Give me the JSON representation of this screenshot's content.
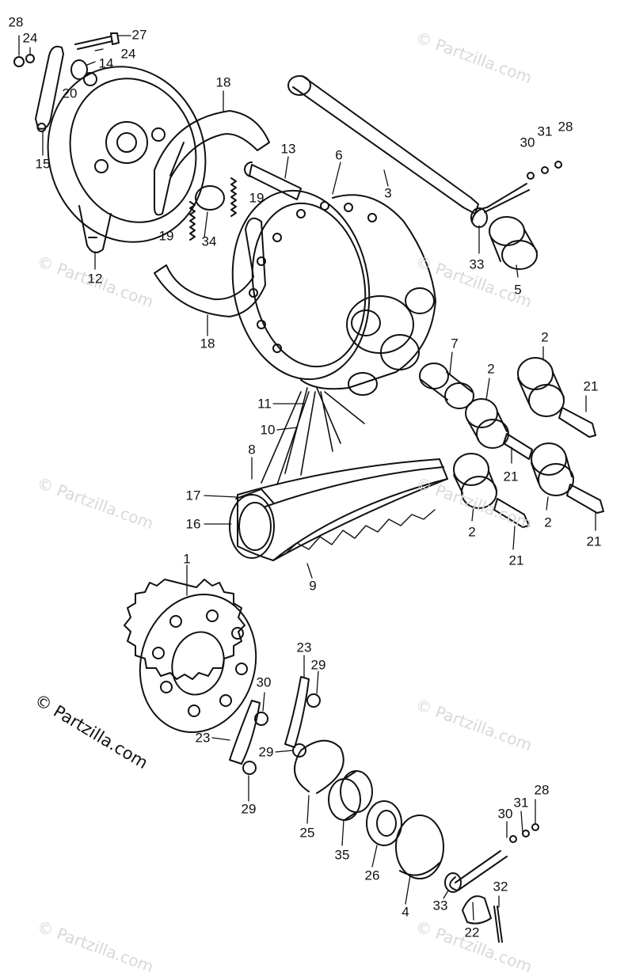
{
  "copyright": "© Partzilla.com",
  "watermark": "© Partzilla.com",
  "callouts": {
    "c28a": "28",
    "c24a": "24",
    "c27": "27",
    "c24b": "24",
    "c14": "14",
    "c20": "20",
    "c15": "15",
    "c12": "12",
    "c18a": "18",
    "c19a": "19",
    "c19b": "19",
    "c34": "34",
    "c18b": "18",
    "c13": "13",
    "c6": "6",
    "c3": "3",
    "c30a": "30",
    "c31a": "31",
    "c28b": "28",
    "c33a": "33",
    "c5": "5",
    "c7": "7",
    "c2a": "2",
    "c2b": "2",
    "c21a": "21",
    "c2c": "2",
    "c21b": "21",
    "c2d": "2",
    "c21c": "21",
    "c21d": "21",
    "c11": "11",
    "c10": "10",
    "c8": "8",
    "c17": "17",
    "c16": "16",
    "c9": "9",
    "c1": "1",
    "c23a": "23",
    "c29a": "29",
    "c30b": "30",
    "c23b": "23",
    "c29b": "29",
    "c29c": "29",
    "c25": "25",
    "c35": "35",
    "c26": "26",
    "c4": "4",
    "c30c": "30",
    "c31b": "31",
    "c28c": "28",
    "c33b": "33",
    "c22": "22",
    "c32": "32"
  }
}
